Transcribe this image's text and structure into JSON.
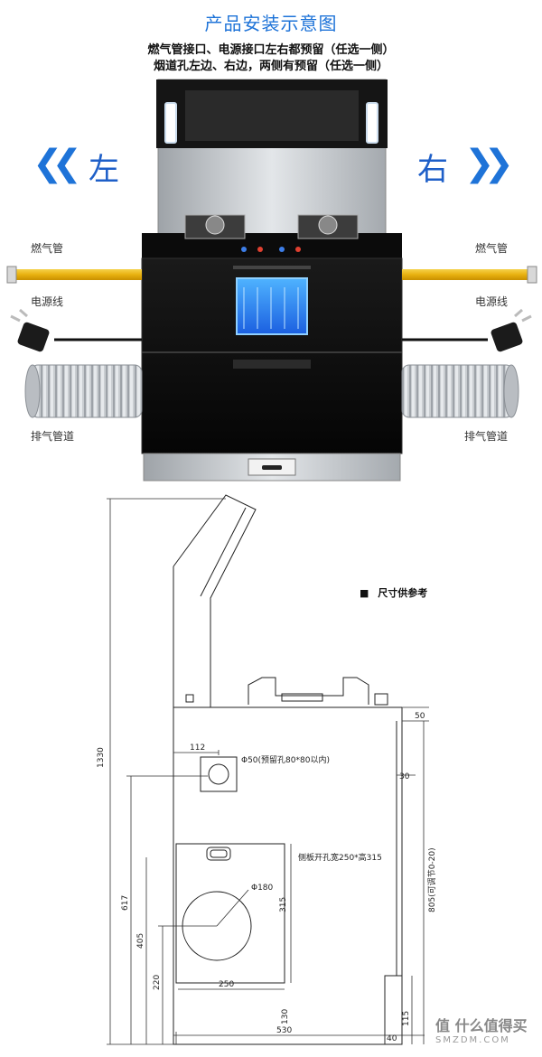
{
  "header": {
    "title": "产品安装示意图",
    "line1": "燃气管接口、电源接口左右都预留（任选一侧）",
    "line2": "烟道孔左边、右边，两侧有预留（任选一侧）"
  },
  "directions": {
    "left": "左",
    "right": "右"
  },
  "labels": {
    "gas_pipe_left": "燃气管",
    "power_left": "电源线",
    "exhaust_left": "排气管道",
    "gas_pipe_right": "燃气管",
    "power_right": "电源线",
    "exhaust_right": "排气管道"
  },
  "drawing": {
    "reference_note": "尺寸供参考",
    "dims": {
      "total_height": "1330",
      "top_offset": "50",
      "width_112": "112",
      "hole_label": "Φ50(预留孔80*80以内)",
      "cut_label": "侧板开孔宽250*高315",
      "d180": "Φ180",
      "d30": "30",
      "height_805": "805(可调节0-20)",
      "h617": "617",
      "h405": "405",
      "h315": "315",
      "h220": "220",
      "w250": "250",
      "h130": "130",
      "h115": "115",
      "w530": "530",
      "w40": "40"
    }
  },
  "watermark": {
    "main": "值 什么值得买",
    "sub": "SMZDM.COM"
  }
}
